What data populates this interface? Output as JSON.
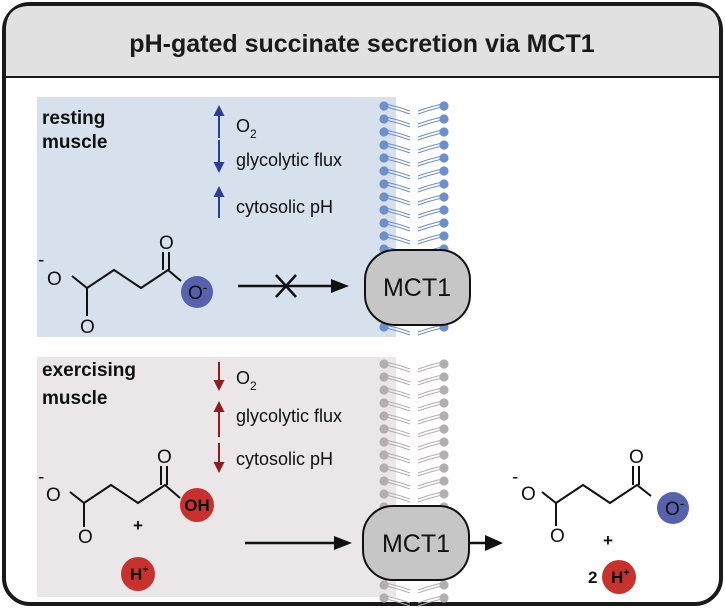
{
  "title": "pH-gated succinate secretion via MCT1",
  "colors": {
    "rest_panel": "#d7e1ee",
    "exercise_panel": "#ebe6e7",
    "up_arrow_blue": "#2e3f93",
    "arrow_red": "#8b1f1f",
    "carboxylate_blue": "#5862ac",
    "proton_red": "#c7322e",
    "lipid_blue": "#6e8fc8",
    "lipid_gray": "#b4aeb0",
    "transporter_fill": "#c6c6c6"
  },
  "resting": {
    "label_line1": "resting",
    "label_line2": "muscle",
    "indicators": [
      {
        "direction": "up",
        "text": "O",
        "subscript": "2"
      },
      {
        "direction": "down",
        "text": "glycolytic flux",
        "subscript": ""
      },
      {
        "direction": "up",
        "text": "cytosolic pH",
        "subscript": ""
      }
    ],
    "transporter": "MCT1",
    "transport_state": "blocked"
  },
  "exercising": {
    "label_line1": "exercising",
    "label_line2": "muscle",
    "indicators": [
      {
        "direction": "down",
        "text": "O",
        "subscript": "2"
      },
      {
        "direction": "up",
        "text": "glycolytic flux",
        "subscript": ""
      },
      {
        "direction": "down",
        "text": "cytosolic pH",
        "subscript": ""
      }
    ],
    "transporter": "MCT1",
    "transport_state": "open",
    "plus": "+",
    "proton_coefficient": "2"
  },
  "atoms": {
    "oxygen": "O",
    "oxide": "O",
    "minus": "-",
    "hydroxyl": "OH",
    "proton": "H",
    "plus_charge": "+"
  },
  "icons": [
    "up-arrow-icon",
    "down-arrow-icon",
    "blocked-arrow-icon",
    "transport-arrow-icon",
    "lipid-bilayer-icon"
  ]
}
